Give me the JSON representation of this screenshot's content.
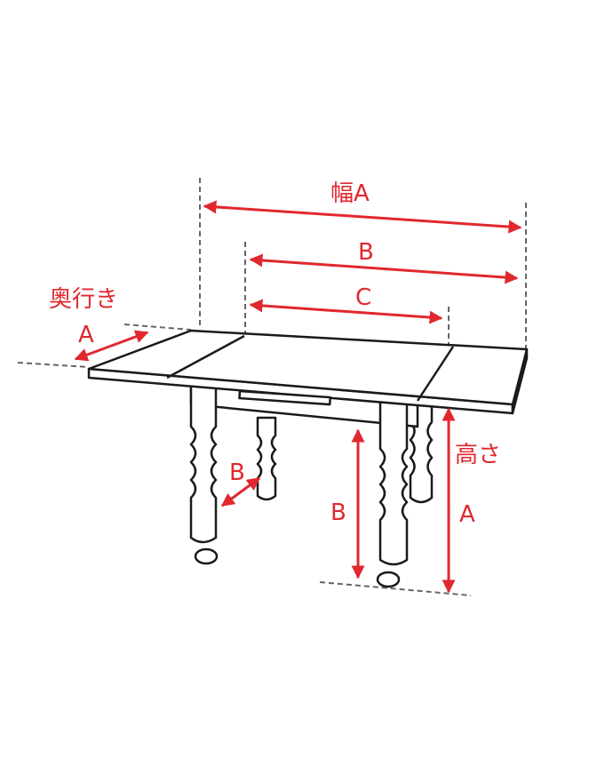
{
  "labels": {
    "width_a": "幅A",
    "width_b": "B",
    "width_c": "C",
    "depth": "奥行き",
    "depth_a": "A",
    "leg_gap_b": "B",
    "height": "高さ",
    "height_b": "B",
    "height_a": "A"
  },
  "colors": {
    "accent": "#e0282e",
    "line": "#1a1a1a",
    "guide": "#666666"
  }
}
